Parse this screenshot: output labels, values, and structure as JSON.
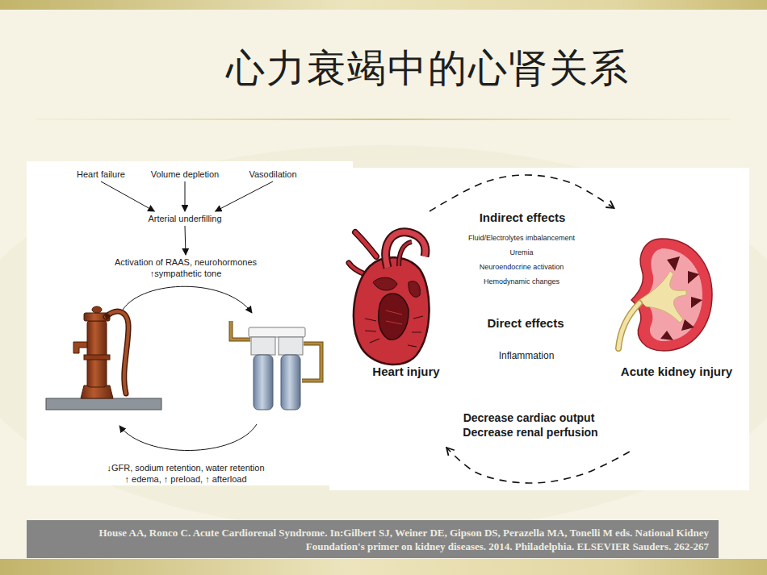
{
  "diagram": {
    "title": "心力衰竭中的心肾关系",
    "caption": "House AA, Ronco C. Acute Cardiorenal Syndrome. In:Gilbert SJ, Weiner DE, Gipson DS, Perazella MA, Tonelli M eds. National Kidney Foundation's primer on kidney diseases. 2014. Philadelphia. ELSEVIER Sauders. 262-267",
    "nodes": [
      {
        "text": [
          "Heart failure"
        ]
      },
      {
        "text": [
          "Volume depletion"
        ]
      },
      {
        "text": [
          "Vasodilation"
        ]
      },
      {
        "text": [
          "Arterial underfilling"
        ]
      },
      {
        "text": [
          "Activation of RAAS, neurohormones ↑sympathetic tone"
        ]
      },
      {
        "text": [
          "↓GFR, sodium retention, water retention ↑ edema, ↑ preload, ↑ afterload"
        ]
      },
      {
        "text": [
          "Heart injury"
        ]
      },
      {
        "text": [
          "Acute kidney injury"
        ]
      }
    ],
    "edges": [
      {
        "from": 0,
        "to": 3,
        "arrow": "to"
      },
      {
        "from": 1,
        "to": 3,
        "arrow": "to"
      },
      {
        "from": 2,
        "to": 3,
        "arrow": "to"
      },
      {
        "from": 3,
        "to": 4,
        "arrow": "to"
      },
      {
        "from": 6,
        "to": 7,
        "arrow": "to"
      },
      {
        "from": 7,
        "to": 6,
        "arrow": "to"
      }
    ],
    "labels": [
      "Indirect effects",
      "Fluid/Electrolytes imbalancement",
      "Uremia",
      "Neuroendocrine activation",
      "Hemodynamic changes",
      "Direct effects",
      "Inflammation",
      "Decrease cardiac output",
      "Decrease renal perfusion"
    ]
  }
}
